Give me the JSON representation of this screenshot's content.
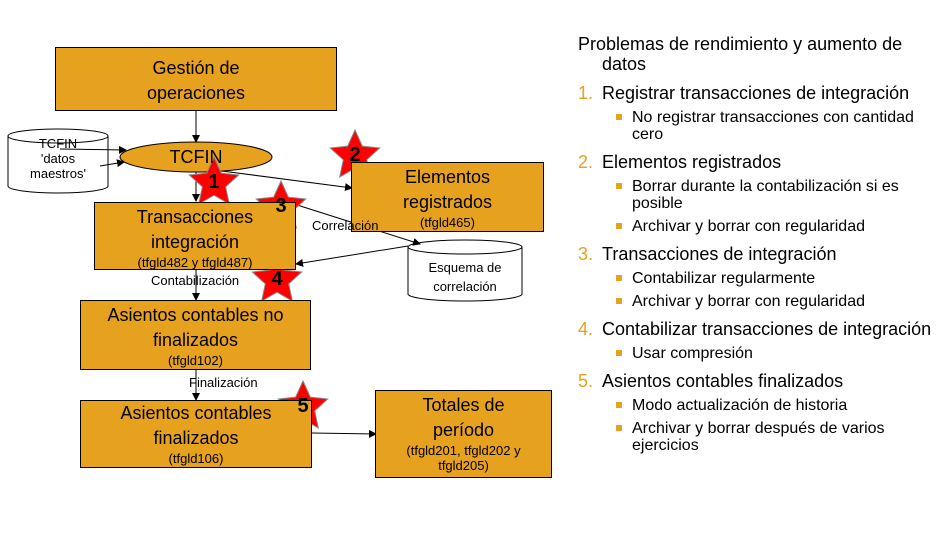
{
  "boxes": {
    "gestion": {
      "line1": "Gestión de",
      "line2": "operaciones"
    },
    "elementos": {
      "line1": "Elementos",
      "line2": "registrados",
      "table": "(tfgld465)"
    },
    "transacciones": {
      "line1": "Transacciones",
      "line2": "integración",
      "table": "(tfgld482 y tfgld487)"
    },
    "no_finalizados": {
      "line1": "Asientos contables no",
      "line2": "finalizados",
      "table": "(tfgld102)"
    },
    "finalizados": {
      "line1": "Asientos contables",
      "line2": "finalizados",
      "table": "(tfgld106)"
    },
    "totales": {
      "line1": "Totales de",
      "line2": "período",
      "table1": "(tfgld201, tfgld202 y",
      "table2": "tfgld205)"
    }
  },
  "ellipse_label": "TCFIN",
  "cylinders": {
    "tcfin": {
      "line1": "TCFIN",
      "line2": "'datos",
      "line3": "maestros'"
    },
    "esquema": {
      "line1": "Esquema de",
      "line2": "correlación"
    }
  },
  "labels": {
    "correlacion": "Correlación",
    "contabilizacion": "Contabilización",
    "finalizacion": "Finalización"
  },
  "stars": [
    "1",
    "2",
    "3",
    "4",
    "5"
  ],
  "colors": {
    "box": "#E6A11E",
    "star": "#FF0000",
    "accent": "#E6A11E"
  },
  "problems": {
    "heading": "Problemas de rendimiento y aumento de datos",
    "items": [
      {
        "num": "1.",
        "title": "Registrar transacciones de integración",
        "subs": [
          "No registrar transacciones con cantidad cero"
        ]
      },
      {
        "num": "2.",
        "title": "Elementos registrados",
        "subs": [
          "Borrar durante la contabilización si es posible",
          "Archivar y borrar con regularidad"
        ]
      },
      {
        "num": "3.",
        "title": "Transacciones de integración",
        "subs": [
          "Contabilizar regularmente",
          "Archivar y borrar con regularidad"
        ]
      },
      {
        "num": "4.",
        "title": "Contabilizar transacciones de integración",
        "subs": [
          "Usar compresión"
        ]
      },
      {
        "num": "5.",
        "title": "Asientos contables finalizados",
        "subs": [
          "Modo actualización de historia",
          "Archivar y borrar después de varios ejercicios"
        ]
      }
    ]
  }
}
